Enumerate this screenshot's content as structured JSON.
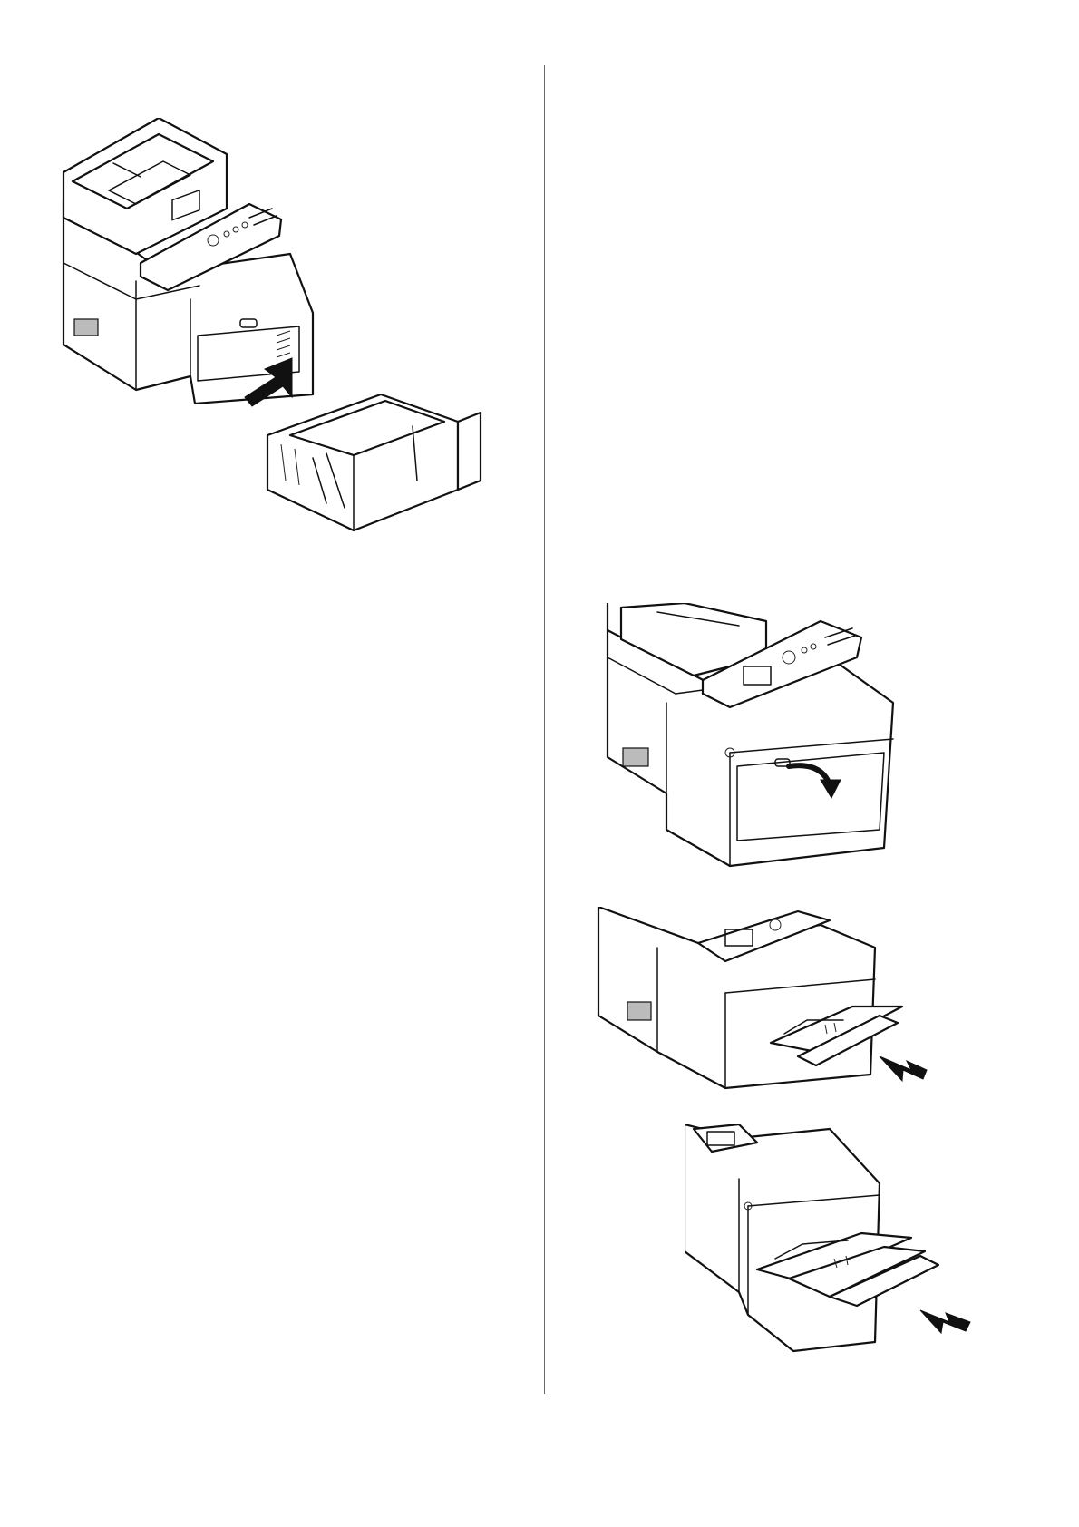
{
  "figures": [
    {
      "id": "tray",
      "icon": "paper-tray-insert-illustration"
    },
    {
      "id": "mp-open",
      "icon": "mp-tray-open-illustration"
    },
    {
      "id": "mp-extend1",
      "icon": "mp-tray-extend-illustration"
    },
    {
      "id": "mp-extend2",
      "icon": "mp-tray-extend-support-illustration"
    }
  ],
  "colors": {
    "line": "#111111",
    "background": "#ffffff",
    "divider": "#6a6a6a"
  }
}
